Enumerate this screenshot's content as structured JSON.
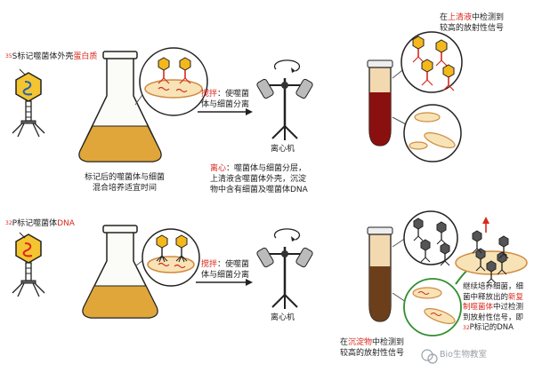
{
  "top": {
    "label_sup": "35",
    "label_a": "S标记噬菌体外壳",
    "label_b": "蛋白质",
    "mix_line1": "标记后的噬菌体与细菌",
    "mix_line2": "混合培养适宜时间",
    "stir_a": "搅拌",
    "stir_b": "：使噬菌",
    "stir_line2": "体与细菌分离",
    "centrifuge": "离心机",
    "result_a": "在",
    "result_b": "上清液",
    "result_c": "中检测到",
    "result_line2": "较高的放射性信号"
  },
  "middle": {
    "note_a": "离心",
    "note_b": "：噬菌体与细菌分层，",
    "note_line2": "上清液含噬菌体外壳，沉淀",
    "note_line3": "物中含有细菌及噬菌体DNA"
  },
  "bottom": {
    "label_sup": "32",
    "label_a": "P标记噬菌体",
    "label_b": "DNA",
    "stir_a": "搅拌",
    "stir_b": "：使噬菌",
    "stir_line2": "体与细菌分离",
    "centrifuge": "离心机",
    "result_a": "在",
    "result_b": "沉淀物",
    "result_c": "中检测到",
    "result_line2": "较高的放射性信号",
    "side_line1": "继续培养细菌，细",
    "side_line2a": "菌中释放出的",
    "side_line2b": "新复",
    "side_line3a": "制噬菌体",
    "side_line3b": "中过检测",
    "side_line4": "到放射性信号，即",
    "side_line5_sup": "32",
    "side_line5": "P标记的DNA"
  },
  "watermark": "Bio生物教室",
  "colors": {
    "red": "#d8281e",
    "flask_liquid": "#e0a63a",
    "supernatant": "#f3d9b0",
    "pellet_red": "#8a1010",
    "pellet_brown": "#6b3f1c",
    "bacteria": "#f7e3b6"
  }
}
